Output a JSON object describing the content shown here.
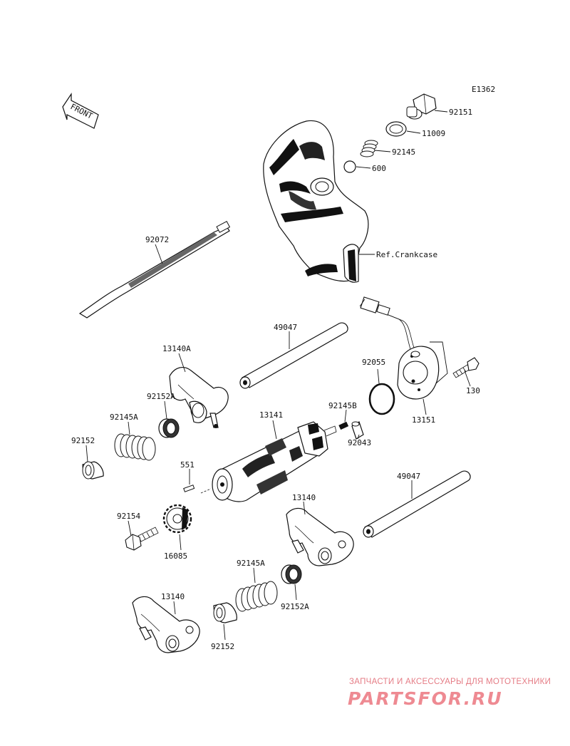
{
  "diagram": {
    "code": "E1362",
    "front_label": "FRONT",
    "ref_label": "Ref.Crankcase",
    "parts": {
      "p92151": "92151",
      "p11009": "11009",
      "p92145": "92145",
      "p600": "600",
      "p92072": "92072",
      "p49047_top": "49047",
      "p92055": "92055",
      "p130": "130",
      "p13151": "13151",
      "p13140A": "13140A",
      "p92152A_top": "92152A",
      "p92145A_top": "92145A",
      "p92152_left": "92152",
      "p13141": "13141",
      "p92145B": "92145B",
      "p92043": "92043",
      "p551": "551",
      "p49047_right": "49047",
      "p13140_mid": "13140",
      "p92154": "92154",
      "p16085": "16085",
      "p92145A_bottom": "92145A",
      "p92152A_bottom": "92152A",
      "p13140_bottom": "13140",
      "p92152_bottom": "92152"
    }
  },
  "watermark": {
    "tagline": "ЗАПЧАСТИ И АКСЕССУАРЫ ДЛЯ МОТОТЕХНИКИ",
    "logo": "PARTSFOR.RU",
    "color": "#ee8a92"
  }
}
